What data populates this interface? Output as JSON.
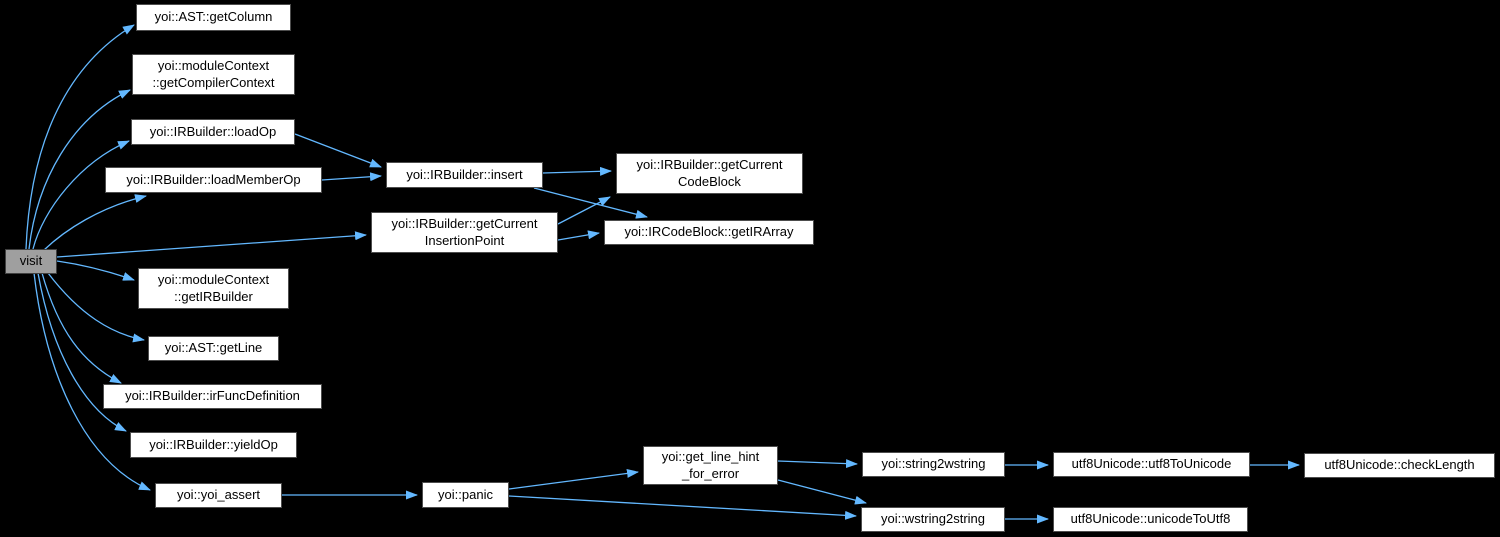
{
  "colors": {
    "background": "#000000",
    "edge": "#63b8ff",
    "node_fill": "#ffffff",
    "node_border": "#4d4d4d",
    "focus_node_fill": "#9f9f9f",
    "text": "#000000"
  },
  "graph": {
    "type": "call-graph",
    "nodes": [
      {
        "id": "visit",
        "label": "visit",
        "focus": true
      },
      {
        "id": "ast-get-column",
        "label": "yoi::AST::getColumn"
      },
      {
        "id": "module-context-get-compiler-context",
        "label": "yoi::moduleContext\n::getCompilerContext"
      },
      {
        "id": "irbuilder-load-op",
        "label": "yoi::IRBuilder::loadOp"
      },
      {
        "id": "irbuilder-load-member-op",
        "label": "yoi::IRBuilder::loadMemberOp"
      },
      {
        "id": "irbuilder-insert",
        "label": "yoi::IRBuilder::insert"
      },
      {
        "id": "irbuilder-get-current-code-block",
        "label": "yoi::IRBuilder::getCurrent\nCodeBlock"
      },
      {
        "id": "irbuilder-get-current-insertion-point",
        "label": "yoi::IRBuilder::getCurrent\nInsertionPoint"
      },
      {
        "id": "ircodeblock-get-ir-array",
        "label": "yoi::IRCodeBlock::getIRArray"
      },
      {
        "id": "module-context-get-ir-builder",
        "label": "yoi::moduleContext\n::getIRBuilder"
      },
      {
        "id": "ast-get-line",
        "label": "yoi::AST::getLine"
      },
      {
        "id": "irbuilder-ir-func-definition",
        "label": "yoi::IRBuilder::irFuncDefinition"
      },
      {
        "id": "irbuilder-yield-op",
        "label": "yoi::IRBuilder::yieldOp"
      },
      {
        "id": "yoi-assert",
        "label": "yoi::yoi_assert"
      },
      {
        "id": "yoi-panic",
        "label": "yoi::panic"
      },
      {
        "id": "get-line-hint-for-error",
        "label": "yoi::get_line_hint\n_for_error"
      },
      {
        "id": "string2wstring",
        "label": "yoi::string2wstring"
      },
      {
        "id": "wstring2string",
        "label": "yoi::wstring2string"
      },
      {
        "id": "utf8-to-unicode",
        "label": "utf8Unicode::utf8ToUnicode"
      },
      {
        "id": "unicode-to-utf8",
        "label": "utf8Unicode::unicodeToUtf8"
      },
      {
        "id": "check-length",
        "label": "utf8Unicode::checkLength"
      }
    ],
    "edges": [
      {
        "from": "visit",
        "to": "ast-get-column"
      },
      {
        "from": "visit",
        "to": "module-context-get-compiler-context"
      },
      {
        "from": "visit",
        "to": "irbuilder-load-op"
      },
      {
        "from": "visit",
        "to": "irbuilder-load-member-op"
      },
      {
        "from": "visit",
        "to": "irbuilder-get-current-insertion-point"
      },
      {
        "from": "visit",
        "to": "module-context-get-ir-builder"
      },
      {
        "from": "visit",
        "to": "ast-get-line"
      },
      {
        "from": "visit",
        "to": "irbuilder-ir-func-definition"
      },
      {
        "from": "visit",
        "to": "irbuilder-yield-op"
      },
      {
        "from": "visit",
        "to": "yoi-assert"
      },
      {
        "from": "irbuilder-load-op",
        "to": "irbuilder-insert"
      },
      {
        "from": "irbuilder-load-member-op",
        "to": "irbuilder-insert"
      },
      {
        "from": "irbuilder-insert",
        "to": "irbuilder-get-current-code-block"
      },
      {
        "from": "irbuilder-insert",
        "to": "ircodeblock-get-ir-array"
      },
      {
        "from": "irbuilder-get-current-insertion-point",
        "to": "irbuilder-get-current-code-block"
      },
      {
        "from": "irbuilder-get-current-insertion-point",
        "to": "ircodeblock-get-ir-array"
      },
      {
        "from": "yoi-assert",
        "to": "yoi-panic"
      },
      {
        "from": "yoi-panic",
        "to": "get-line-hint-for-error"
      },
      {
        "from": "yoi-panic",
        "to": "wstring2string"
      },
      {
        "from": "get-line-hint-for-error",
        "to": "string2wstring"
      },
      {
        "from": "get-line-hint-for-error",
        "to": "wstring2string"
      },
      {
        "from": "string2wstring",
        "to": "utf8-to-unicode"
      },
      {
        "from": "utf8-to-unicode",
        "to": "check-length"
      },
      {
        "from": "wstring2string",
        "to": "unicode-to-utf8"
      }
    ]
  }
}
